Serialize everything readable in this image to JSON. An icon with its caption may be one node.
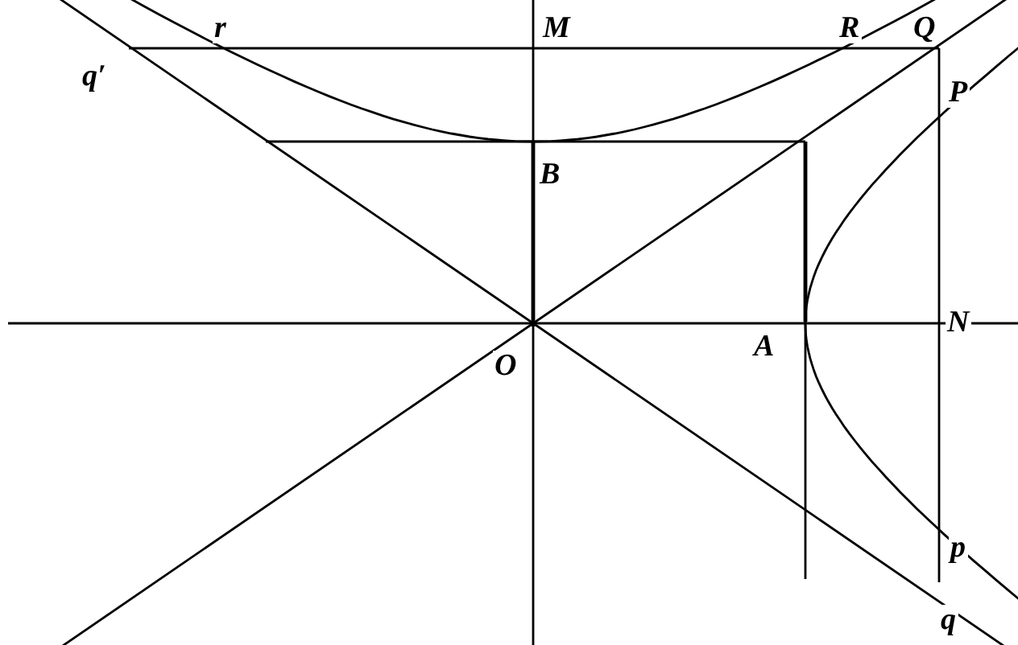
{
  "diagram": {
    "labels": [
      "r",
      "M",
      "R",
      "Q",
      "q′",
      "P",
      "B",
      "O",
      "N",
      "A",
      "p",
      "q"
    ]
  }
}
